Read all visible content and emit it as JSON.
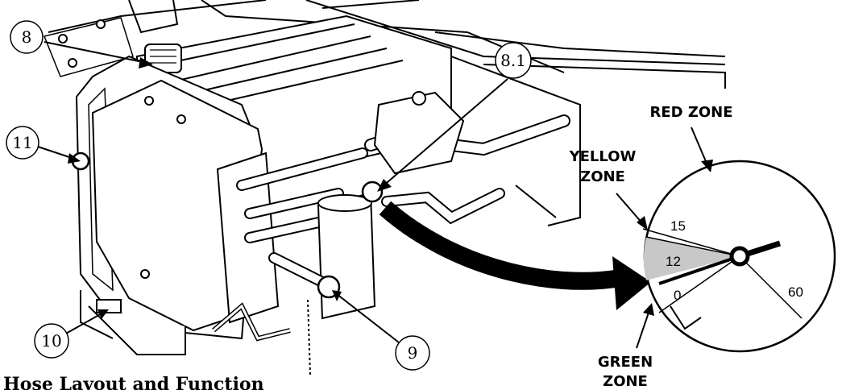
{
  "callouts": {
    "c8": "8",
    "c8_1": "8.1",
    "c9": "9",
    "c10": "10",
    "c11": "11"
  },
  "zones": {
    "red_line1": "RED ZONE",
    "yellow_line1": "YELLOW",
    "yellow_line2": "ZONE",
    "green_line1": "GREEN",
    "green_line2": "ZONE"
  },
  "dial": {
    "label_15": "15",
    "label_12": "12",
    "label_0": "0",
    "label_60": "60"
  },
  "caption": "Hose Layout and Function"
}
